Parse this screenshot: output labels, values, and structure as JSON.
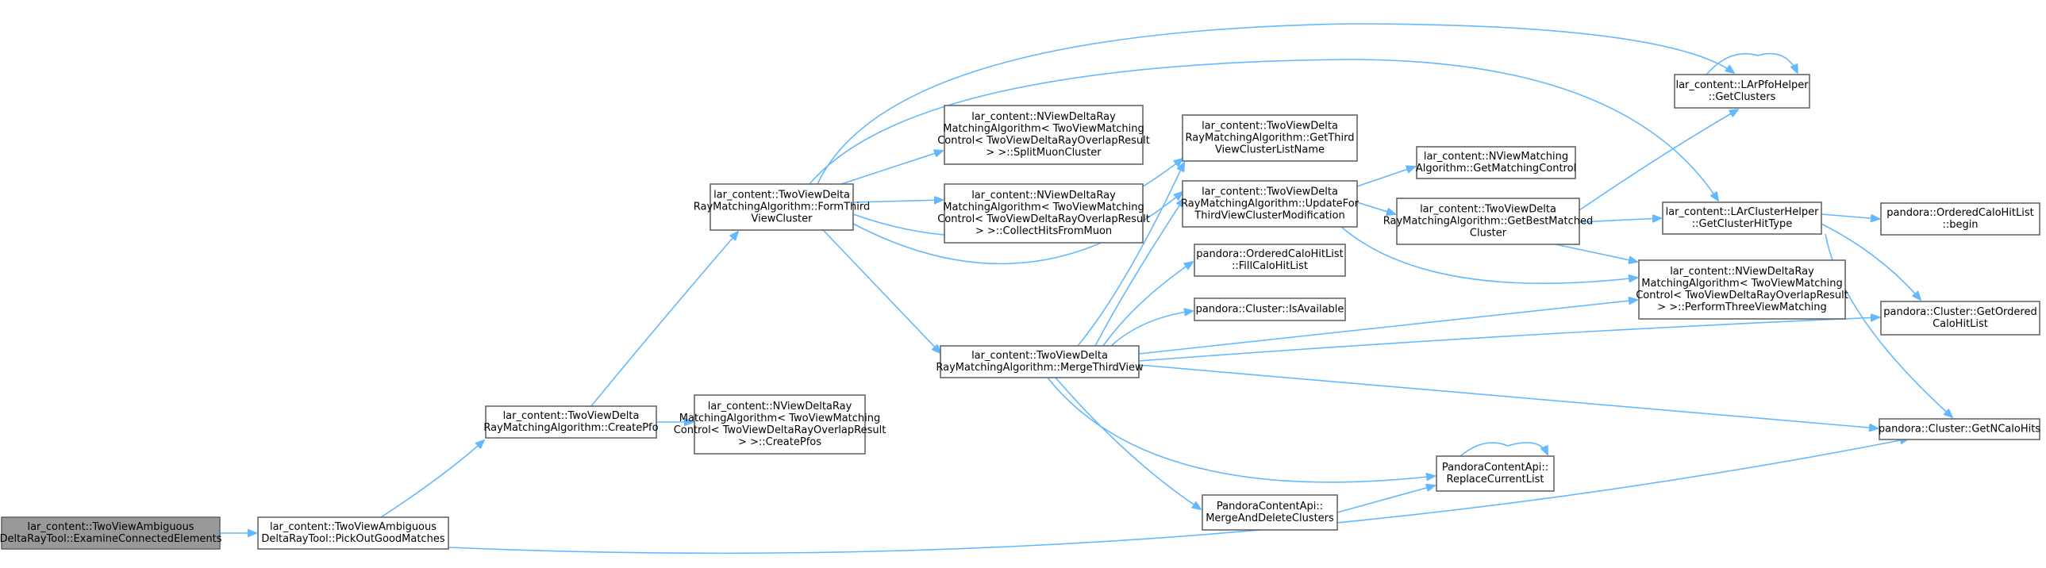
{
  "colors": {
    "edge": "#63b8ff",
    "node_border": "#666666",
    "root_fill": "#999999",
    "node_fill": "#ffffff"
  },
  "nodes": [
    {
      "id": "n0",
      "lines": [
        "lar_content::TwoViewAmbiguous",
        "DeltaRayTool::ExamineConnectedElements"
      ],
      "root": true
    },
    {
      "id": "n1",
      "lines": [
        "lar_content::TwoViewAmbiguous",
        "DeltaRayTool::PickOutGoodMatches"
      ]
    },
    {
      "id": "n2",
      "lines": [
        "lar_content::TwoViewDelta",
        "RayMatchingAlgorithm::CreatePfo"
      ]
    },
    {
      "id": "n3",
      "lines": [
        "lar_content::NViewDeltaRay",
        "MatchingAlgorithm< TwoViewMatching",
        "Control< TwoViewDeltaRayOverlapResult",
        "> >::CreatePfos"
      ]
    },
    {
      "id": "n4",
      "lines": [
        "lar_content::TwoViewDelta",
        "RayMatchingAlgorithm::FormThird",
        "ViewCluster"
      ]
    },
    {
      "id": "n5",
      "lines": [
        "lar_content::NViewDeltaRay",
        "MatchingAlgorithm< TwoViewMatching",
        "Control< TwoViewDeltaRayOverlapResult",
        "> >::SplitMuonCluster"
      ]
    },
    {
      "id": "n6",
      "lines": [
        "lar_content::NViewDeltaRay",
        "MatchingAlgorithm< TwoViewMatching",
        "Control< TwoViewDeltaRayOverlapResult",
        "> >::CollectHitsFromMuon"
      ]
    },
    {
      "id": "n7",
      "lines": [
        "lar_content::TwoViewDelta",
        "RayMatchingAlgorithm::MergeThirdView"
      ]
    },
    {
      "id": "n8",
      "lines": [
        "lar_content::TwoViewDelta",
        "RayMatchingAlgorithm::GetThird",
        "ViewClusterListName"
      ]
    },
    {
      "id": "n9",
      "lines": [
        "lar_content::TwoViewDelta",
        "RayMatchingAlgorithm::UpdateFor",
        "ThirdViewClusterModification"
      ]
    },
    {
      "id": "n10",
      "lines": [
        "pandora::OrderedCaloHitList",
        "::FillCaloHitList"
      ]
    },
    {
      "id": "n11",
      "lines": [
        "pandora::Cluster::IsAvailable"
      ]
    },
    {
      "id": "n12",
      "lines": [
        "PandoraContentApi::",
        "MergeAndDeleteClusters"
      ]
    },
    {
      "id": "n13",
      "lines": [
        "PandoraContentApi::",
        "ReplaceCurrentList"
      ]
    },
    {
      "id": "n14",
      "lines": [
        "lar_content::NViewMatching",
        "Algorithm::GetMatchingControl"
      ]
    },
    {
      "id": "n15",
      "lines": [
        "lar_content::TwoViewDelta",
        "RayMatchingAlgorithm::GetBestMatched",
        "Cluster"
      ]
    },
    {
      "id": "n16",
      "lines": [
        "lar_content::LArPfoHelper",
        "::GetClusters"
      ]
    },
    {
      "id": "n17",
      "lines": [
        "lar_content::LArClusterHelper",
        "::GetClusterHitType"
      ]
    },
    {
      "id": "n18",
      "lines": [
        "lar_content::NViewDeltaRay",
        "MatchingAlgorithm< TwoViewMatching",
        "Control< TwoViewDeltaRayOverlapResult",
        "> >::PerformThreeViewMatching"
      ]
    },
    {
      "id": "n19",
      "lines": [
        "pandora::OrderedCaloHitList",
        "::begin"
      ]
    },
    {
      "id": "n20",
      "lines": [
        "pandora::Cluster::GetOrdered",
        "CaloHitList"
      ]
    },
    {
      "id": "n21",
      "lines": [
        "pandora::Cluster::GetNCaloHits"
      ]
    }
  ]
}
